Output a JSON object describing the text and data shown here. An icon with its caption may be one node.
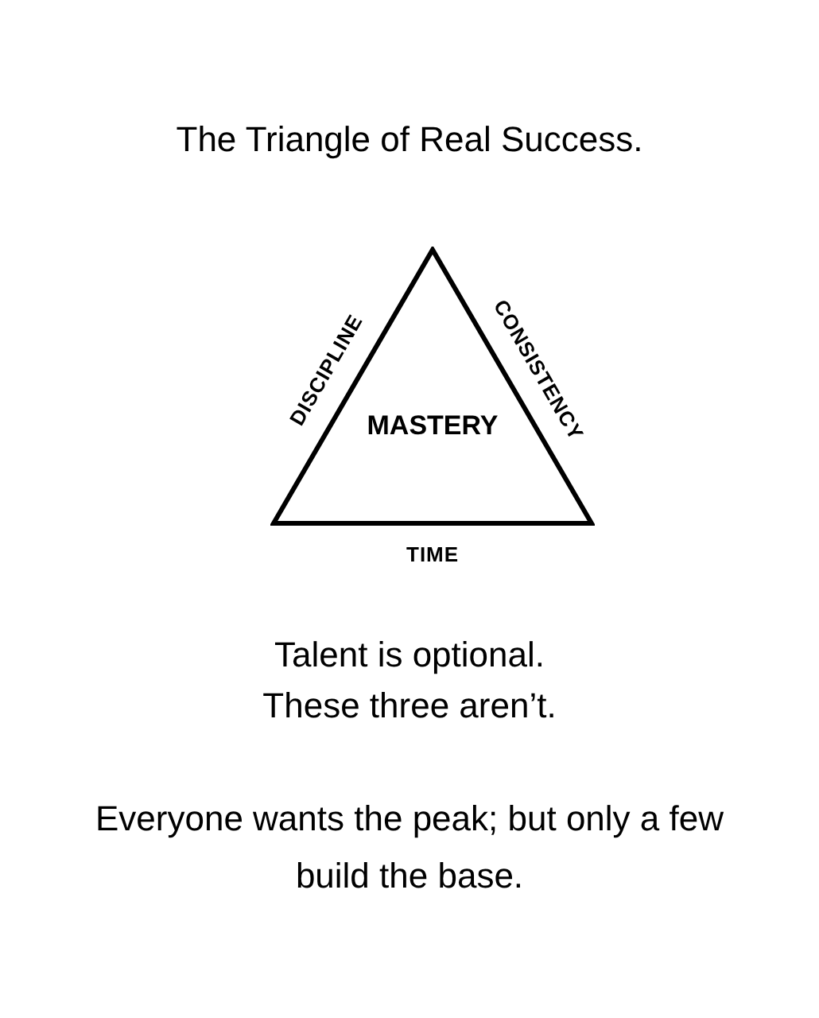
{
  "diagram": {
    "title": "The Triangle of Real Success.",
    "nodes": [
      {
        "text": [
          "MASTERY"
        ],
        "beside": [
          "DISCIPLINE",
          "CONSISTENCY",
          "TIME"
        ]
      }
    ],
    "edges": [],
    "labels": [
      "Talent is optional.",
      "These three aren’t.",
      "Everyone wants the peak; but only a few build the base."
    ]
  }
}
